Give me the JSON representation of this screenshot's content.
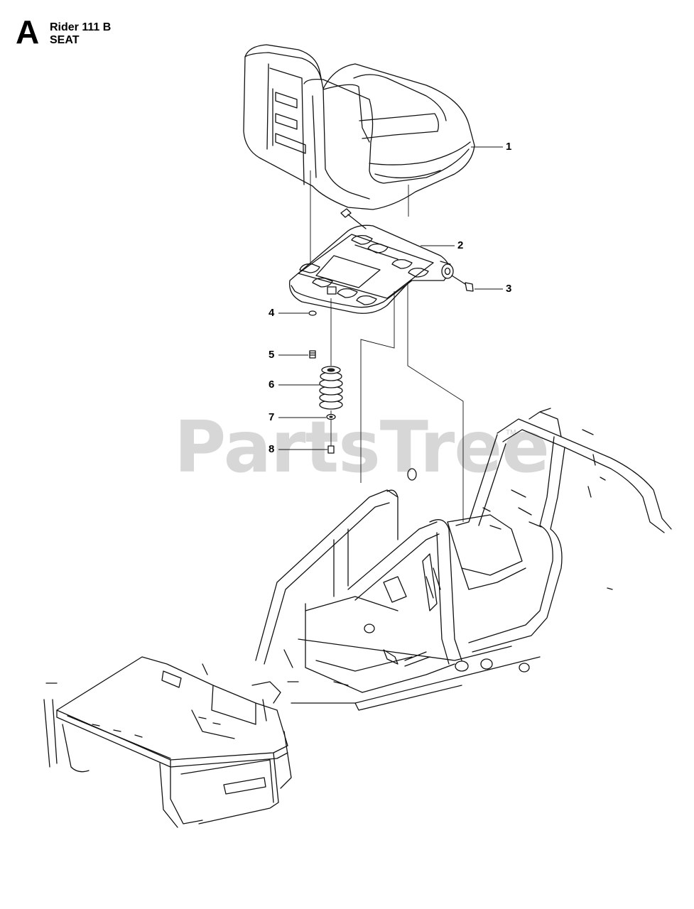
{
  "header": {
    "section_letter": "A",
    "model": "Rider 111 B",
    "section_title": "SEAT"
  },
  "watermark": {
    "text": "PartsTree",
    "tm": "TM"
  },
  "callouts": [
    {
      "number": "1",
      "part": "seat"
    },
    {
      "number": "2",
      "part": "seat-plate"
    },
    {
      "number": "3",
      "part": "bolt"
    },
    {
      "number": "4",
      "part": "washer"
    },
    {
      "number": "5",
      "part": "screw"
    },
    {
      "number": "6",
      "part": "spring"
    },
    {
      "number": "7",
      "part": "washer"
    },
    {
      "number": "8",
      "part": "screw"
    }
  ],
  "colors": {
    "line": "#111111",
    "watermark": "#d7d7d7",
    "background": "#ffffff"
  }
}
